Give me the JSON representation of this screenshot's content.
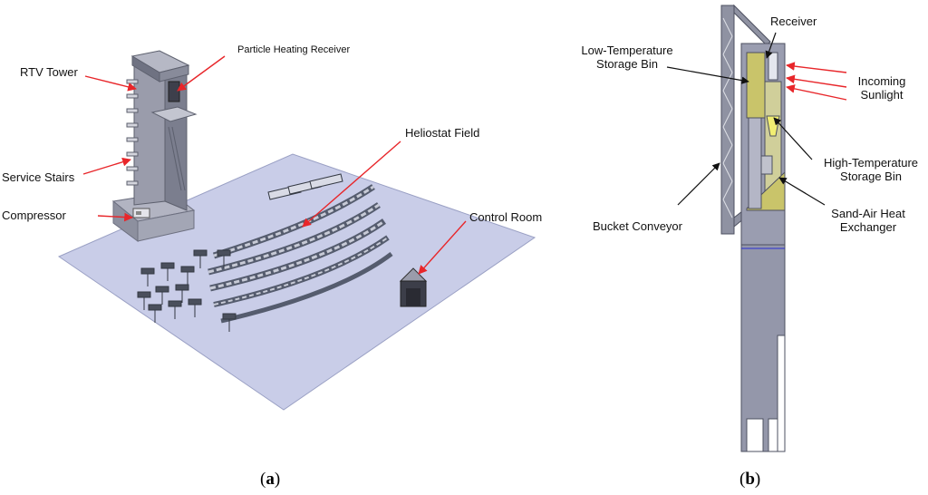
{
  "panel_a": {
    "labels": {
      "particle_heating_receiver": "Particle Heating Receiver",
      "rtv_tower": "RTV Tower",
      "service_stairs": "Service Stairs",
      "compressor": "Compressor",
      "heliostat_field": "Heliostat Field",
      "control_room": "Control Room"
    },
    "caption_letter": "a"
  },
  "panel_b": {
    "labels": {
      "receiver": "Receiver",
      "low_temp_line1": "Low-Temperature",
      "low_temp_line2": "Storage Bin",
      "incoming_line1": "Incoming",
      "incoming_line2": "Sunlight",
      "high_temp_line1": "High-Temperature",
      "high_temp_line2": "Storage Bin",
      "sand_air_line1": "Sand-Air Heat",
      "sand_air_line2": "Exchanger",
      "bucket_conveyor": "Bucket Conveyor"
    },
    "caption_letter": "b"
  },
  "colors": {
    "arrow_red": "#e8262a",
    "ground": "#c9cde8",
    "tower_gray": "#8f92a2",
    "sand": "#c9c46a"
  }
}
